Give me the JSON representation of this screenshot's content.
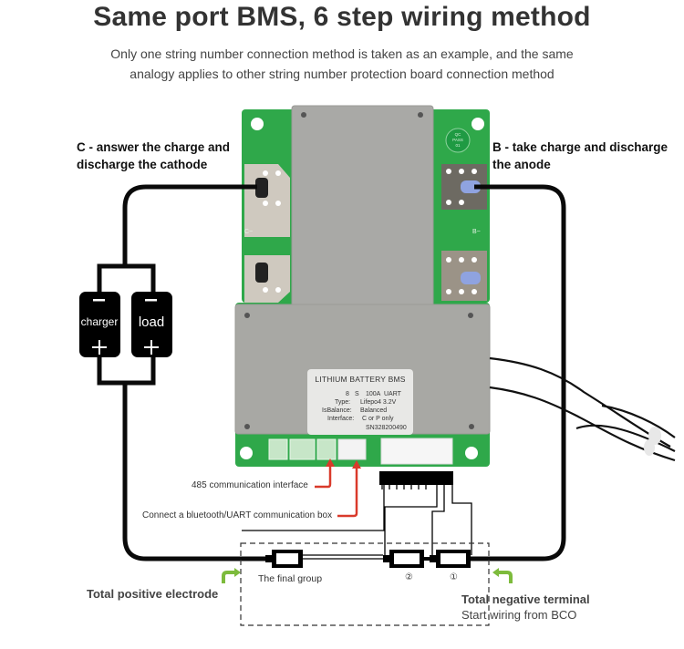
{
  "header": {
    "title": "Same port BMS, 6 step wiring method",
    "subtitle_line1": "Only one string number connection method is taken as an example, and the same",
    "subtitle_line2": "analogy applies to other string number protection board connection method"
  },
  "labels": {
    "c_terminal_line1": "C - answer the charge and",
    "c_terminal_line2": "discharge the cathode",
    "b_terminal_line1": "B - take charge and discharge",
    "b_terminal_line2": "the anode",
    "comm_485": "485 communication interface",
    "comm_bluetooth": "Connect a bluetooth/UART communication box",
    "final_group": "The final group",
    "cell_2": "②",
    "cell_1": "①",
    "total_positive": "Total positive electrode",
    "total_negative": "Total negative terminal",
    "start_wiring": "Start wiring from BCO"
  },
  "devices": {
    "charger": {
      "label": "charger",
      "minus": "−",
      "plus": "+"
    },
    "load": {
      "label": "load",
      "minus": "−",
      "plus": "+"
    }
  },
  "board": {
    "sticker_title": "LITHIUM BATTERY BMS",
    "series": "8",
    "series_unit": "S",
    "current": "100A",
    "comm": "UART",
    "type_label": "Type:",
    "type_value": "Lifepo4 3.2V",
    "balance_label": "IsBalance:",
    "balance_value": "Balanced",
    "interface_label": "Interface:",
    "interface_value": "C or P only",
    "serial": "SN328200490",
    "qc_line1": "QC",
    "qc_line2": "PASS",
    "qc_line3": "01",
    "pad_c_minus": "C−",
    "pad_b_minus": "B−"
  },
  "colors": {
    "pcb_green": "#2fa84a",
    "shield_gray": "#a9a9a6",
    "wire_black": "#0a0a0a",
    "arrow_red": "#d93a2b",
    "arrow_green": "#7dbb3c"
  }
}
